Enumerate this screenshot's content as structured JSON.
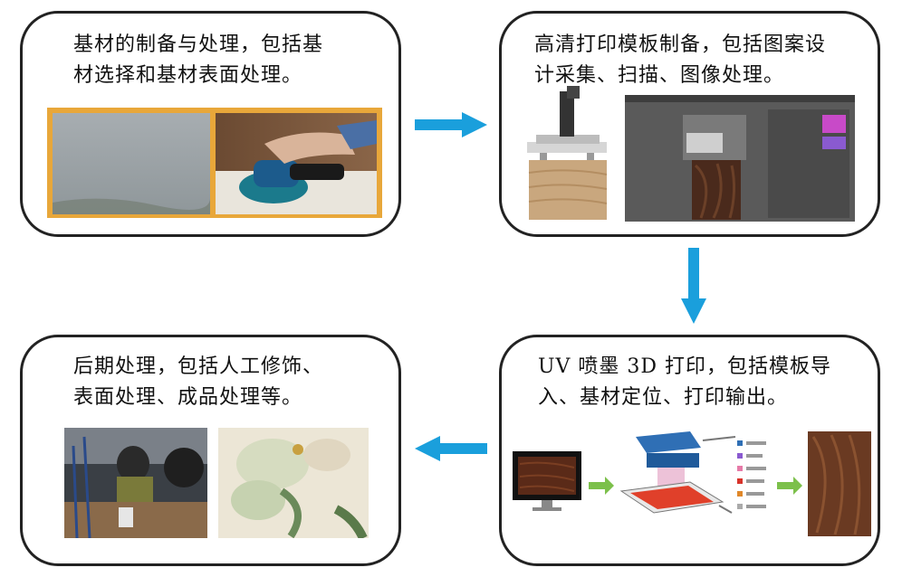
{
  "steps": {
    "step1": {
      "text_line1": "基材的制备与处理，包括基",
      "text_line2": "材选择和基材表面处理。"
    },
    "step2": {
      "text_line1": "高清打印模板制备，包括图案设",
      "text_line2": "计采集、扫描、图像处理。"
    },
    "step3": {
      "text_line1": "UV 喷墨 3D 打印，包括模板导",
      "text_line2": "入、基材定位、打印输出。"
    },
    "step4": {
      "text_line1": "后期处理，包括人工修饰、",
      "text_line2": "表面处理、成品处理等。"
    }
  },
  "colors": {
    "arrow": "#1a9fdc",
    "border": "#222222",
    "green_arrow": "#7cc04b"
  }
}
